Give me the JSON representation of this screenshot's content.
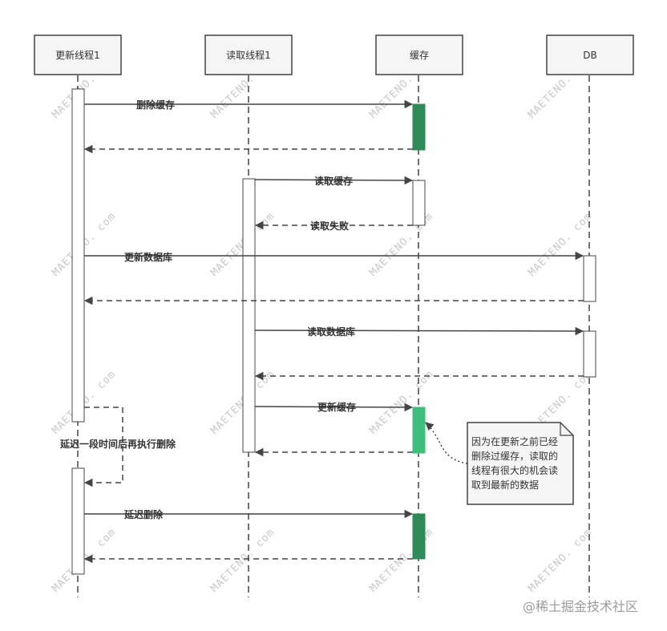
{
  "participants": [
    {
      "id": "p1",
      "label": "更新线程1"
    },
    {
      "id": "p2",
      "label": "读取线程1"
    },
    {
      "id": "p3",
      "label": "缓存"
    },
    {
      "id": "p4",
      "label": "DB"
    }
  ],
  "messages": [
    {
      "id": "m1",
      "label": "删除缓存"
    },
    {
      "id": "m2",
      "label": "读取缓存"
    },
    {
      "id": "m3",
      "label": "读取失败"
    },
    {
      "id": "m4",
      "label": "更新数据库"
    },
    {
      "id": "m5",
      "label": "读取数据库"
    },
    {
      "id": "m6",
      "label": "更新缓存"
    },
    {
      "id": "m7",
      "label": "延迟删除"
    }
  ],
  "self_message": {
    "label": "延迟一段时间后再执行删除"
  },
  "note": {
    "lines": [
      "因为在更新之前已经",
      "删除过缓存，读取的",
      "线程有很大的机会读",
      "取到最新的数据"
    ]
  },
  "watermark": "MAETENO. com",
  "credit": "@稀土掘金技术社区",
  "colors": {
    "dark_green": "#2e8b57",
    "light_green": "#3cbf7a",
    "line": "#444444",
    "box_fill": "#f5f5f5"
  }
}
